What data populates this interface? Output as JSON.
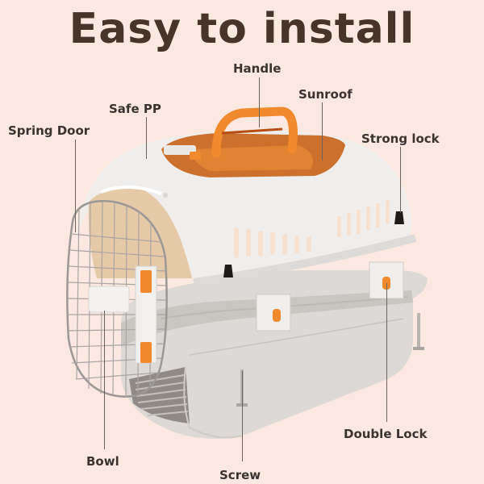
{
  "title": "Easy to install",
  "colors": {
    "background": "#fbe9e1",
    "title_text": "#46352a",
    "label_text": "#3a3330",
    "shell_white": "#ecebea",
    "base_gray": "#d9d6d3",
    "accent_orange": "#f08a2c",
    "sunroof_amber": "#c8621a",
    "lock_black": "#1e1b1a"
  },
  "product": {
    "name": "pet carrier",
    "callouts": [
      {
        "id": "handle",
        "label": "Handle"
      },
      {
        "id": "sunroof",
        "label": "Sunroof"
      },
      {
        "id": "safe-pp",
        "label": "Safe PP"
      },
      {
        "id": "spring-door",
        "label": "Spring Door"
      },
      {
        "id": "strong-lock",
        "label": "Strong lock"
      },
      {
        "id": "double-lock",
        "label": "Double Lock"
      },
      {
        "id": "bowl",
        "label": "Bowl"
      },
      {
        "id": "screw",
        "label": "Screw"
      }
    ]
  }
}
